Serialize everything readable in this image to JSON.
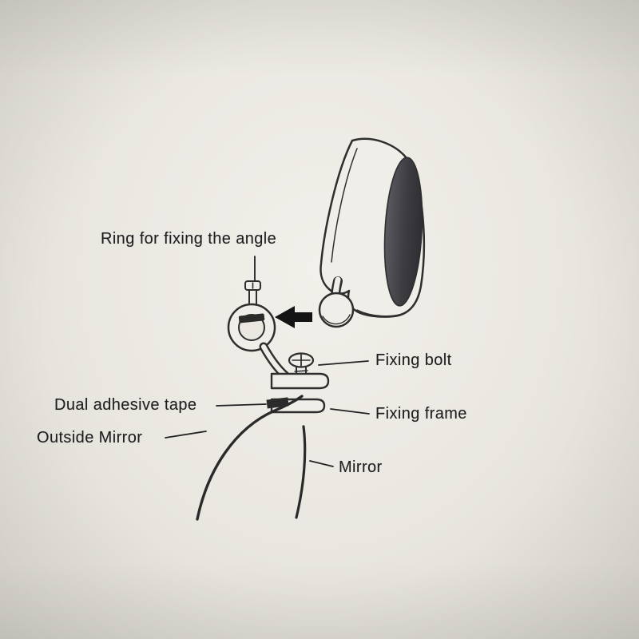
{
  "colors": {
    "paper": "#eae7e1",
    "ink": "#2a2a2a",
    "glass_dark": "#3c3c41",
    "arrow": "#141414",
    "tape_dark": "#2b2b2b"
  },
  "labels": {
    "ring": "Ring for fixing the angle",
    "fixing_bolt": "Fixing bolt",
    "dual_adhesive_tape": "Dual adhesive tape",
    "outside_mirror": "Outside Mirror",
    "fixing_frame": "Fixing frame",
    "mirror": "Mirror"
  }
}
